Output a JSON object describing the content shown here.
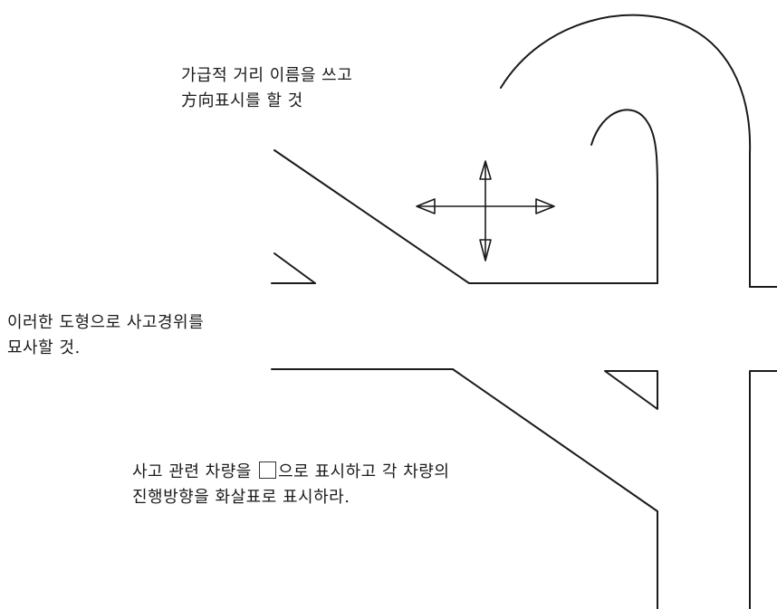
{
  "notes": {
    "top": {
      "line1": "가급적 거리 이름을 쓰고",
      "line2": "方向표시를 할 것"
    },
    "left": {
      "line1": "이러한 도형으로 사고경위를",
      "line2": "묘사할 것."
    },
    "bottom": {
      "line1_before": "사고 관련 차량을",
      "line1_after": "으로 표시하고 각 차량의",
      "line2": "진행방향을 화살표로 표시하라."
    }
  },
  "colors": {
    "ink": "#1a1a1a",
    "paper": "#ffffff"
  },
  "icons": {
    "compass": "direction-cross-icon",
    "vehicle_box": "vehicle-box-icon"
  }
}
